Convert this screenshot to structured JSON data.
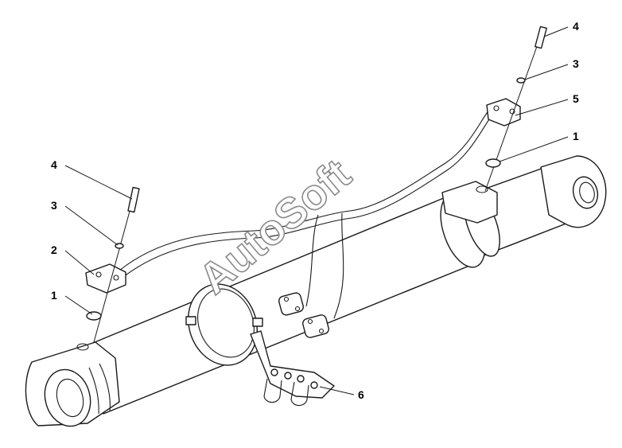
{
  "watermark": "AutoSoft",
  "callouts": [
    {
      "id": "callout-4-left",
      "label": "4"
    },
    {
      "id": "callout-3-left",
      "label": "3"
    },
    {
      "id": "callout-2-left",
      "label": "2"
    },
    {
      "id": "callout-1-left",
      "label": "1"
    },
    {
      "id": "callout-4-right",
      "label": "4"
    },
    {
      "id": "callout-3-right",
      "label": "3"
    },
    {
      "id": "callout-5-right",
      "label": "5"
    },
    {
      "id": "callout-1-right",
      "label": "1"
    },
    {
      "id": "callout-6",
      "label": "6"
    }
  ]
}
